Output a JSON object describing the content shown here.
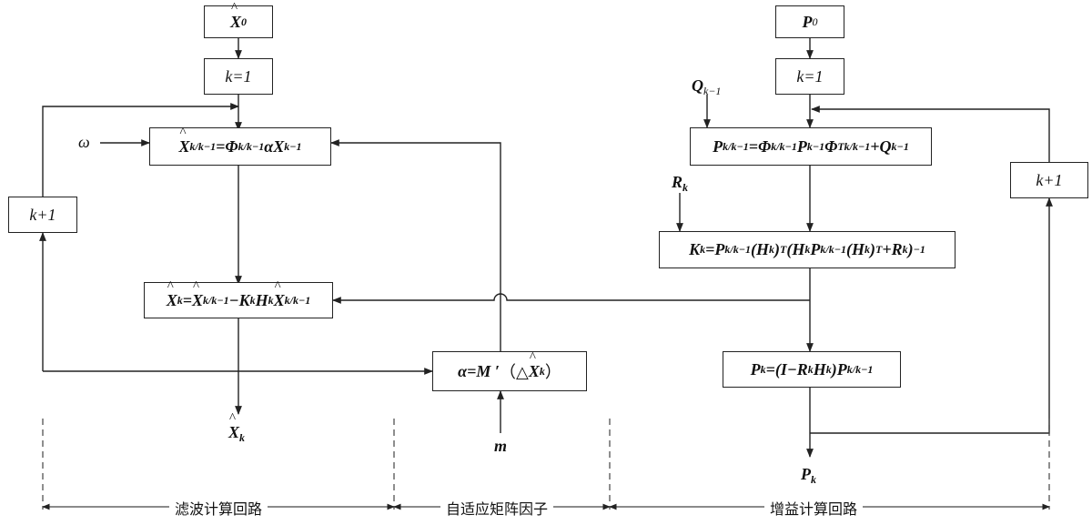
{
  "nodes": {
    "x0": {
      "var": "X",
      "sub": "0"
    },
    "k1_left": "k=1",
    "omega": "ω",
    "predict_state": {
      "lhs": "X",
      "lhs_sub": "k/k−1",
      "eq": "=",
      "phi": "Φ",
      "phi_sub": "k/k−1",
      "alpha": "α",
      "x": "X",
      "x_sub": "k−1"
    },
    "kplus1_left": "k+1",
    "update_state": {
      "lhs": "X",
      "lhs_sub": "k",
      "eq": "=",
      "x": "X",
      "x_sub": "k/k−1",
      "minus": "−",
      "k": "K",
      "k_sub": "k",
      "h": "H",
      "h_sub": "k",
      "x2": "X",
      "x2_sub": "k/k−1"
    },
    "x_out": {
      "var": "X",
      "sub": "k"
    },
    "alpha_box": {
      "alpha": "α",
      "eq": "=",
      "m": "M ′",
      "open": "（△",
      "x": "X",
      "x_sub": "k",
      "close": "）"
    },
    "m_in": "m",
    "p0": {
      "var": "P",
      "sub": "0"
    },
    "k1_right": "k=1",
    "q_in": {
      "var": "Q",
      "sub": "k−1"
    },
    "predict_cov": {
      "lhs": "P",
      "lhs_sub": "k/k−1",
      "eq": "=",
      "phi": "Φ",
      "phi_sub": "k/k−1",
      "p": "P",
      "p_sub": "k−1",
      "phi2": "Φ",
      "phi2_sup": "T",
      "phi2_sub": "k/k−1",
      "plus": "+",
      "q": "Q",
      "q_sub": "k−1"
    },
    "r_in": {
      "var": "R",
      "sub": "k"
    },
    "gain": {
      "lhs": "K",
      "lhs_sub": "k",
      "eq": "=",
      "p": "P",
      "p_sub": "k/k−1",
      "h1": "(H",
      "h1_sub": "k",
      "h1_close": ")",
      "h1_sup": "T",
      "open": "(",
      "h2": "H",
      "h2_sub": "k",
      "p2": "P",
      "p2_sub": "k/k−1",
      "h3": "(H",
      "h3_sub": "k",
      "h3_close": ")",
      "h3_sup": "T",
      "plus": "+",
      "r": "R",
      "r_sub": "k",
      "close": ")",
      "close_sup": "−1"
    },
    "update_cov": {
      "lhs": "P",
      "lhs_sub": "k",
      "eq": "=",
      "open": "(I−",
      "r": "R",
      "r_sub": "k",
      "h": "H",
      "h_sub": "k",
      "close": ")",
      "p": "P",
      "p_sub": "k/k−1"
    },
    "kplus1_right": "k+1",
    "p_out": {
      "var": "P",
      "sub": "k"
    }
  },
  "regions": {
    "filter": "滤波计算回路",
    "adaptive": "自适应矩阵因子",
    "gain": "增益计算回路"
  }
}
